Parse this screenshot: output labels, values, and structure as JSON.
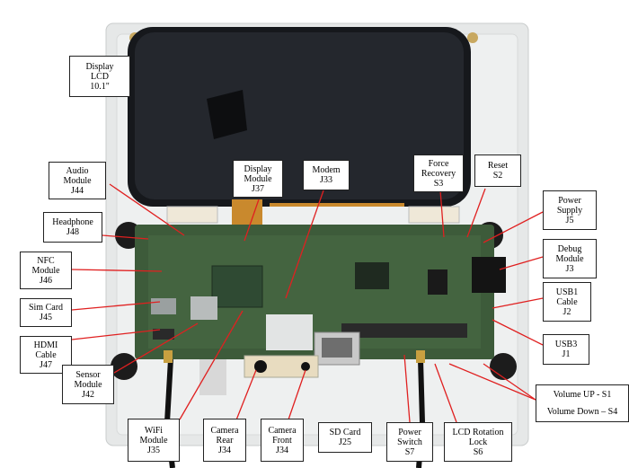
{
  "colors": {
    "leader": "#e02020",
    "board": "#3d5b3a",
    "lcd": "#16181c",
    "frame": "#d9dcdc"
  },
  "labels": {
    "display_lcd": {
      "lines": [
        "Display",
        "LCD",
        "10.1\""
      ]
    },
    "audio_module": {
      "lines": [
        "Audio",
        "Module",
        "J44"
      ]
    },
    "display_module": {
      "lines": [
        "Display",
        "Module",
        "J37"
      ]
    },
    "modem": {
      "lines": [
        "Modem",
        "J33"
      ]
    },
    "force_recovery": {
      "lines": [
        "Force",
        "Recovery",
        "S3"
      ]
    },
    "reset": {
      "lines": [
        "Reset",
        "S2"
      ]
    },
    "power_supply": {
      "lines": [
        "Power",
        "Supply",
        "J5"
      ]
    },
    "headphone": {
      "lines": [
        "Headphone",
        "J48"
      ]
    },
    "debug_module": {
      "lines": [
        "Debug",
        "Module",
        "J3"
      ]
    },
    "nfc_module": {
      "lines": [
        "NFC",
        "Module",
        "J46"
      ]
    },
    "usb1_cable": {
      "lines": [
        "USB1",
        "Cable",
        "J2"
      ]
    },
    "sim_card": {
      "lines": [
        "Sim Card",
        "J45"
      ]
    },
    "hdmi_cable": {
      "lines": [
        "HDMI",
        "Cable",
        "J47"
      ]
    },
    "usb3": {
      "lines": [
        "USB3",
        "J1"
      ]
    },
    "sensor_module": {
      "lines": [
        "Sensor",
        "Module",
        "J42"
      ]
    },
    "volume": {
      "lines": [
        "Volume UP - S1",
        "",
        "Volume Down – S4"
      ]
    },
    "wifi_module": {
      "lines": [
        "WiFi",
        "Module",
        "J35"
      ]
    },
    "camera_rear": {
      "lines": [
        "Camera",
        "Rear",
        "J34"
      ]
    },
    "camera_front": {
      "lines": [
        "Camera",
        "Front",
        "J34"
      ]
    },
    "sd_card": {
      "lines": [
        "SD Card",
        "J25"
      ]
    },
    "power_switch": {
      "lines": [
        "Power",
        "Switch",
        "S7"
      ]
    },
    "lcd_rotation": {
      "lines": [
        "LCD Rotation",
        "Lock",
        "S6"
      ]
    }
  }
}
